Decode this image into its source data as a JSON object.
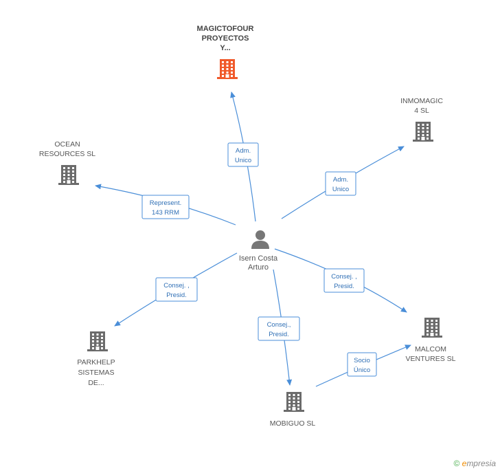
{
  "colors": {
    "main_building": "#f0592a",
    "building": "#6b6b6b",
    "edge": "#4a8ed8",
    "person": "#777777"
  },
  "person": {
    "line1": "Isern Costa",
    "line2": "Arturo"
  },
  "nodes": [
    {
      "id": "magictofour",
      "lines": [
        "MAGICTOFOUR",
        "PROYECTOS",
        "Y..."
      ],
      "main": true
    },
    {
      "id": "inmomagic",
      "lines": [
        "INMOMAGIC",
        "4 SL"
      ],
      "main": false
    },
    {
      "id": "ocean",
      "lines": [
        "OCEAN",
        "RESOURCES SL"
      ],
      "main": false
    },
    {
      "id": "parkhelp",
      "lines": [
        "PARKHELP",
        "SISTEMAS",
        "DE..."
      ],
      "main": false
    },
    {
      "id": "malcom",
      "lines": [
        "MALCOM",
        "VENTURES SL"
      ],
      "main": false
    },
    {
      "id": "mobiguo",
      "lines": [
        "MOBIGUO  SL"
      ],
      "main": false
    }
  ],
  "edges": [
    {
      "id": "e-magic",
      "lines": [
        "Adm.",
        "Unico"
      ]
    },
    {
      "id": "e-inmo",
      "lines": [
        "Adm.",
        "Unico"
      ]
    },
    {
      "id": "e-ocean",
      "lines": [
        "Represent.",
        "143 RRM"
      ]
    },
    {
      "id": "e-park",
      "lines": [
        "Consej. ,",
        "Presid."
      ]
    },
    {
      "id": "e-malcom",
      "lines": [
        "Consej. ,",
        "Presid."
      ]
    },
    {
      "id": "e-mobiguo",
      "lines": [
        "Consej.,",
        "Presid."
      ]
    },
    {
      "id": "e-socio",
      "lines": [
        "Socio",
        "Único"
      ]
    }
  ],
  "footer": {
    "copyright_symbol": "©",
    "brand_first": "e",
    "brand_rest": "mpresia"
  }
}
